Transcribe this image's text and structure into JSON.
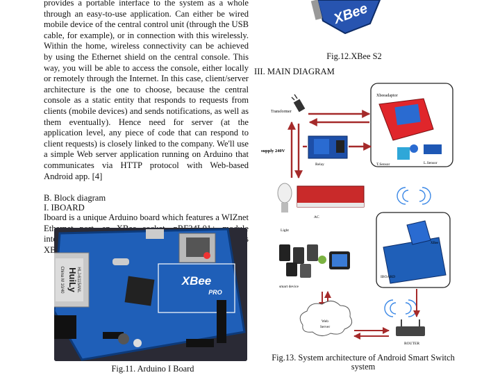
{
  "left_column": {
    "para1": "provides a portable interface to the system as a whole through an easy-to-use application. Can either be wired mobile device of the central control unit (through the USB cable, for example), or in connection with this wirelessly. Within the home, wireless connectivity can be achieved by using the Ethernet shield on the central console. This way, you will be able to access the console, either locally or remotely through the Internet. In this case, client/server architecture is the one to choose, because the central console as a static entity that responds to requests from clients (mobile devices) and sends notifications, as well as them eventually). Hence need for server (at the application level, any piece of code that can respond to client requests) is closely linked to the company. We'll use a simple Web server application running on Arduino that communicates via HTTP protocol with Web-based Android app. [4]",
    "subhead_b": "B. Block diagram",
    "subhead_i": "I. IBOARD",
    "para2": "Iboard is a unique Arduino board which features a WIZnet Ethernet port, an XBee socket, nRF24L01+ module interface and an ATMega328. This board will add wireless XBee / nRF24L01+ control as well as internet"
  },
  "figures": {
    "fig11_caption": "Fig.11. Arduino I Board",
    "fig12_caption": "Fig.12.XBee S2",
    "fig13_caption_line1": "Fig.13. System architecture of Android Smart Switch",
    "fig13_caption_line2": "system"
  },
  "section_head": "III. MAIN DIAGRAM",
  "iboard_image": {
    "chip_brand": "HuiLy",
    "chip_model": "HLJ-6115ANL",
    "chip_origin": "China M 10/40",
    "module_logo": "XBee",
    "module_sub": "PRO"
  },
  "xbee_image": {
    "logo": "XBee"
  },
  "diagram": {
    "transformer": "Transformer",
    "xbee_adaptor": "Xbeeadaptor",
    "supply": "supply 240V",
    "relay": "Relay",
    "t_sensor": "T.Sensor",
    "l_sensor": "L.Sensor",
    "ac": "AC",
    "light": "Light",
    "smart_device": "smart device",
    "xbee": "XBee",
    "iboard": "IBOARD",
    "web_server_1": "Web",
    "web_server_2": "Server",
    "router": "ROUTER"
  }
}
